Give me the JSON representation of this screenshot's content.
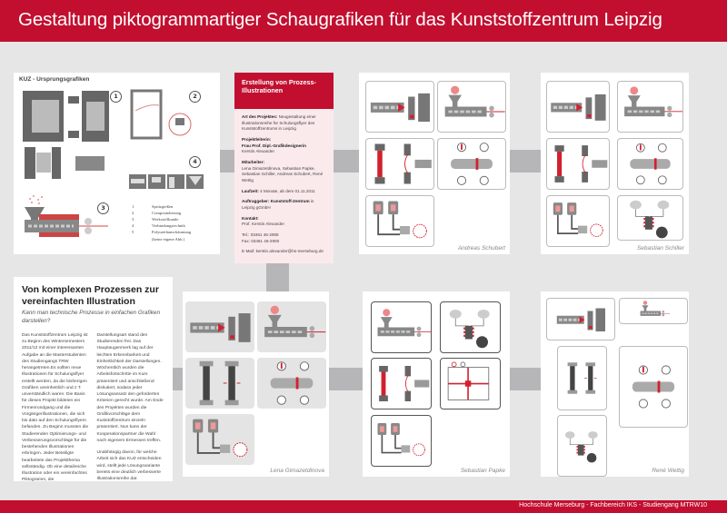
{
  "header": {
    "title": "Gestaltung piktogrammartiger Schaugrafiken für das Kunststoffzentrum Leipzig"
  },
  "footer": {
    "text": "Hochschule Merseburg - Fachbereich IKS - Studiengang MTRW10"
  },
  "colors": {
    "accent": "#c20f2f",
    "background": "#e6e6e7",
    "connector": "#b6b6b8"
  },
  "kuz": {
    "title": "KUZ - Ursprungsgrafiken",
    "badges": [
      "1",
      "2",
      "3",
      "4"
    ],
    "legend": [
      {
        "num": "1",
        "label": "Spritzgießen"
      },
      {
        "num": "2",
        "label": "Compoundierung"
      },
      {
        "num": "3",
        "label": "Werkstoffkunde"
      },
      {
        "num": "4",
        "label": "Verbindungstechnik"
      },
      {
        "num": "5",
        "label": "Polyurethanschäumung"
      },
      {
        "num": "",
        "label": "(keine eigene Abb.)"
      }
    ]
  },
  "info": {
    "title": "Erstellung von Prozess-Illustrationen",
    "art_label": "Art des Projektes:",
    "art_text": "Neugestaltung einer Illustrationsreihe für Schulungsflyer des Kunststoffzentrums in Leipzig",
    "lead_label": "Projektleiterin:",
    "lead_strong": "Frau Prof. Dipl.-Grafikdesignerin",
    "lead_name": "Kerstin Alexander",
    "staff_label": "Mitarbeiter:",
    "staff_text": "Lena Gimazetdinova, Sebastian Papke, Sebastian Schiller, Andreas Schubert, René Wettig",
    "duration_label": "Laufzeit:",
    "duration_text": "4 Monate, ab dem 01.11.2011",
    "client_label": "Auftraggeber:",
    "client_strong": "Kunststoff-Zentrum",
    "client_text": "in Leipzig gGmbH",
    "contact_label": "Kontakt:",
    "contact_name": "Prof. Kerstin Alexander",
    "tel": "Tel.: 03461 46-2905",
    "fax": "Fax: 03461 46-2900",
    "email": "E-Mail: kerstin.alexander@hs-merseburg.de"
  },
  "text_panel": {
    "title": "Von komplexen Prozessen zur vereinfachten Illustration",
    "subtitle": "Kann man technische Prozesse in einfachen Grafiken darstellen?",
    "col1": "Das Kunststoffzentrum Leipzig ist zu Beginn des Wintersemesters 2011/12 mit einer interessanten Aufgabe an die Masterstudenten des Studiengangs TRW herangetreten.Es sollten neue Illustrationen für Schulungsflyer erstellt werden, da die bisherigen Grafiken uneinheitlich und z.T. unverständlich waren. Die Basis für dieses Projekt bildeten ein Firmenrundgang und die Vorgängerillustrationen, die sich bis dato auf den Schulungsflyern befanden. Zu Beginn mussten die Studierenden Optimierungs- und Verbesserungsvorschläge für die bestehenden Illustrationen erbringen. Jeder Beteiligte bearbeitete das Projektthema selbständig. Ob eine detailreiche Illustration oder ein vereinfachtes Piktogramm, die",
    "col2a": "Darstellungsart stand den Studierenden frei. Das Hauptaugenmerk lag auf der leichten Erkennbarkeit und Einheitlichkeit der Darstellungen. Wöchentlich wurden die Arbeitsfortschritte im Kurs präsentiert und anschließend diskutiert, sodass jeder Lösungsansatz den geforderten Kriterien gerecht wurde. Am Ende des Projektes wurden die Grafikvorschläge dem Kuststoffzentrum einzeln präsentiert. Nun kann der Kooperationspartner die Wahl nach eigenem Ermessen treffen.",
    "col2b": "Unabhängig davon, für welche Arbeit sich das KUZ entscheiden wird, stellt jede Lösungsvariante bereits eine deutlich verbesserte Illustrationsreihe dar."
  },
  "panels": {
    "schubert": "Andreas Schubert",
    "schiller": "Sebastian Schiller",
    "gimazetdinova": "Lena Gimazetdinova",
    "papke": "Sebastian Papke",
    "wettig": "René Wettig"
  }
}
